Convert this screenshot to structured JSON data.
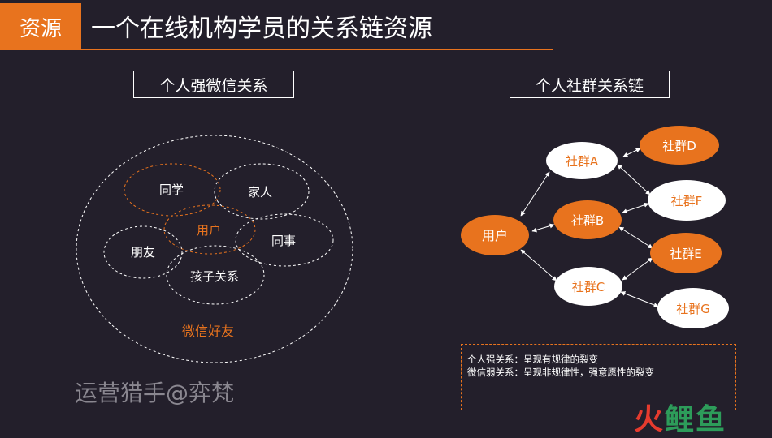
{
  "header": {
    "tag": "资源",
    "title": "一个在线机构学员的关系链资源"
  },
  "left_panel": {
    "label": "个人强微信关系",
    "nodes": {
      "classmate": "同学",
      "family": "家人",
      "user": "用户",
      "friend": "朋友",
      "colleague": "同事",
      "child": "孩子关系",
      "wechat_friends": "微信好友"
    }
  },
  "right_panel": {
    "label": "个人社群关系链",
    "nodes": {
      "user": "用户",
      "A": "社群A",
      "B": "社群B",
      "C": "社群C",
      "D": "社群D",
      "E": "社群E",
      "F": "社群F",
      "G": "社群G"
    }
  },
  "notes": [
    "个人强关系：呈现有规律的裂变",
    "微信弱关系：呈现非规律性，强意愿性的裂变"
  ],
  "watermark": "运营猎手@弈梵",
  "logo": {
    "part1": "火",
    "part2": "鲤鱼"
  },
  "colors": {
    "accent": "#e8731e",
    "background": "#231f2b",
    "text": "#ffffff"
  }
}
